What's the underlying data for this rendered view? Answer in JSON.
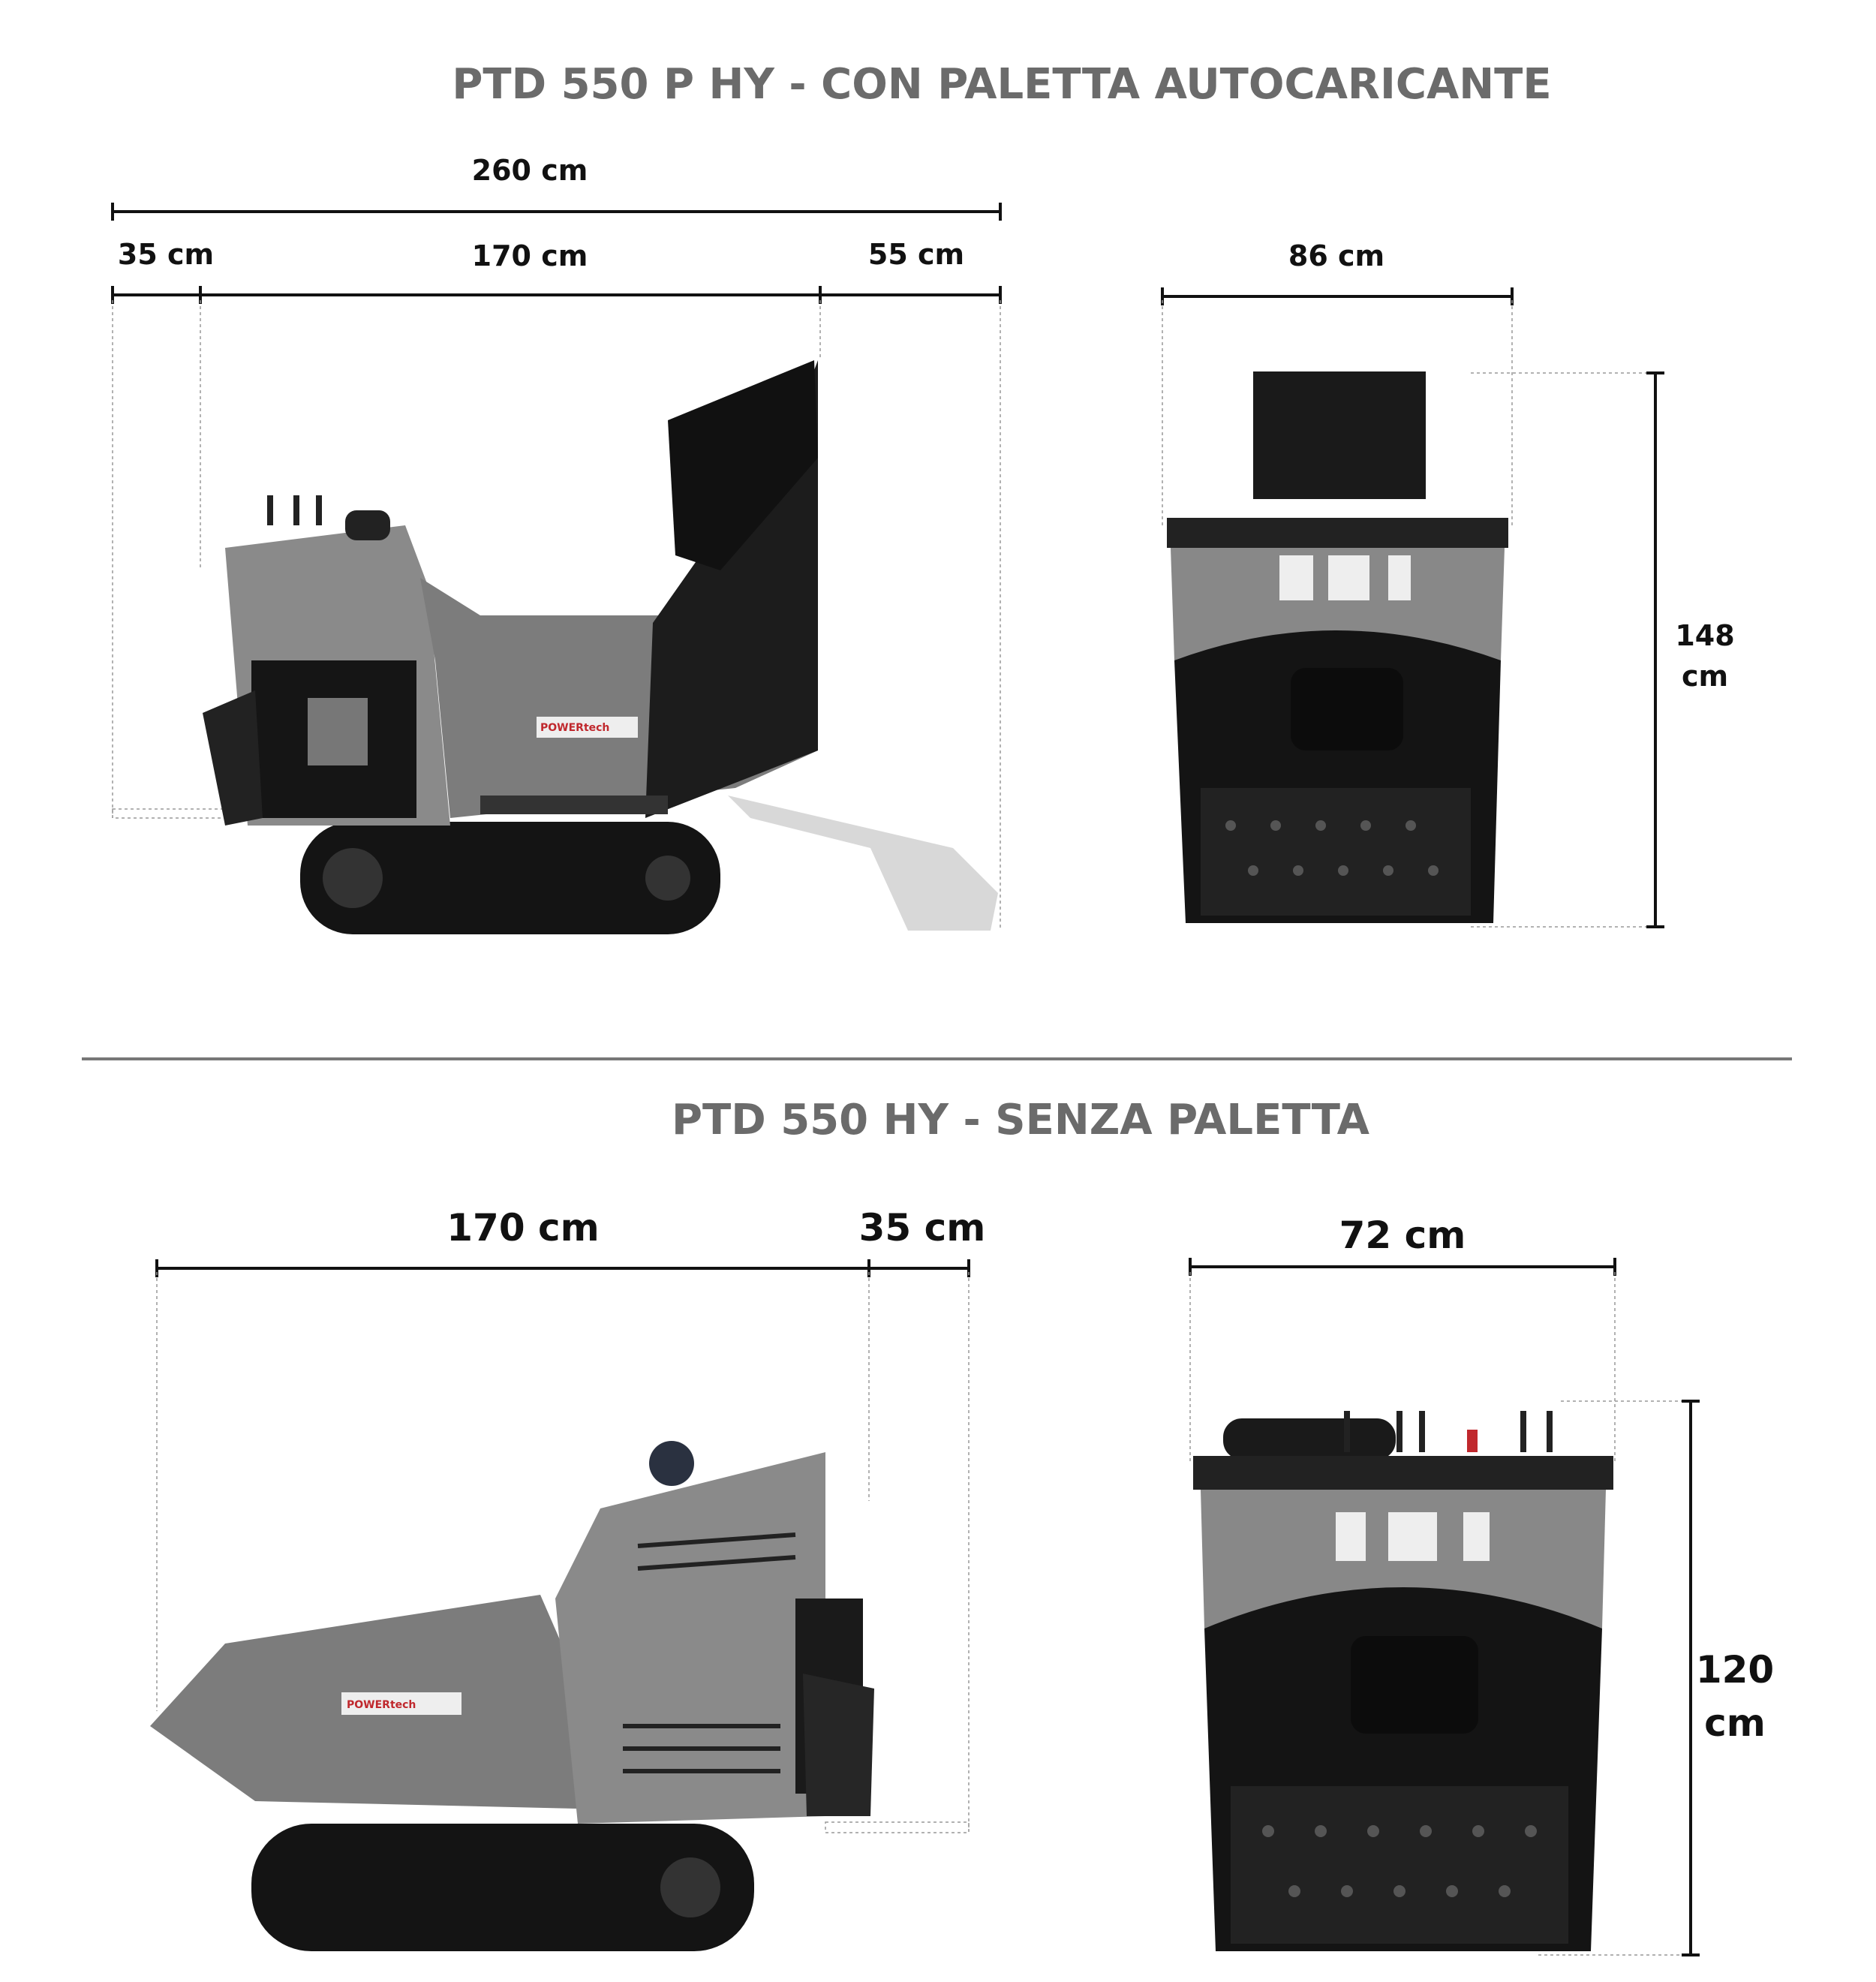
{
  "section_top": {
    "title": "PTD 550 P HY - CON PALETTA AUTOCARICANTE",
    "side_view": {
      "total_length": "260 cm",
      "front": "35 cm",
      "body": "170 cm",
      "shovel": "55 cm"
    },
    "front_view": {
      "width": "86 cm",
      "height_value": "148",
      "height_unit": "cm"
    }
  },
  "section_bottom": {
    "title": "PTD 550 HY - SENZA PALETTA",
    "side_view": {
      "body": "170 cm",
      "rear": "35 cm"
    },
    "front_view": {
      "width": "72 cm",
      "height_value": "120",
      "height_unit": "cm"
    }
  },
  "brand_label": "POWERtech",
  "colors": {
    "body_grey": "#8a8a8a",
    "dark": "#1a1a1a",
    "title": "#6b6b6b"
  }
}
